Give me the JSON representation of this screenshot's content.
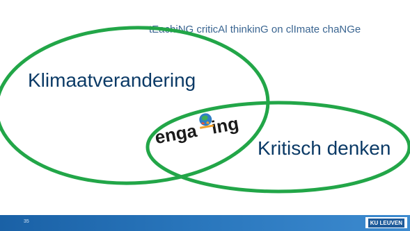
{
  "slide": {
    "title": "tEachiNG criticAl thinkinG on clImate chaNGe",
    "circle_left_label": "Klimaatverandering",
    "circle_right_label": "Kritisch denken",
    "center_logo_text": "engaging",
    "page_number": "35",
    "brand": "KU LEUVEN"
  },
  "colors": {
    "circle_stroke": "#22a648",
    "label_text": "#0b3a66",
    "title_text": "#3a6591",
    "footer_bar": "#2a77bd",
    "brand_badge": "#1d5a9a"
  },
  "icons": {
    "logo_globe": "globe-icon"
  }
}
